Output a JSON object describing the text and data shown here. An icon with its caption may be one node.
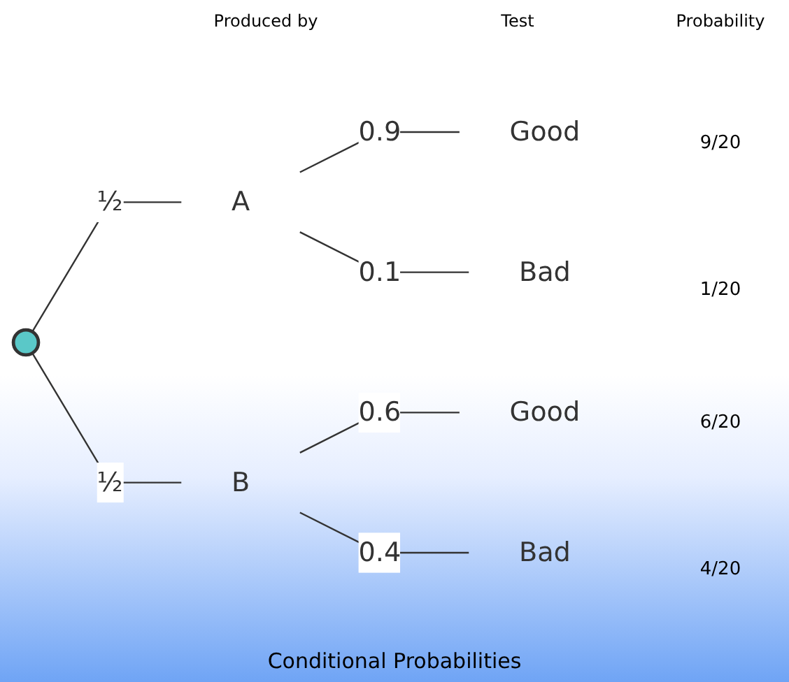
{
  "diagram": {
    "caption": "Conditional Probabilities",
    "nodes": [
      {
        "text": [],
        "shape": "circle"
      },
      {
        "text": [
          "A"
        ]
      },
      {
        "text": [
          "B"
        ]
      },
      {
        "text": [
          "Good"
        ]
      },
      {
        "text": [
          "Bad"
        ]
      },
      {
        "text": [
          "Good"
        ]
      },
      {
        "text": [
          "Bad"
        ]
      }
    ],
    "edges": [
      {
        "from": 0,
        "to": 1,
        "arrow": "none",
        "label": "½"
      },
      {
        "from": 0,
        "to": 2,
        "arrow": "none",
        "label": "½"
      },
      {
        "from": 1,
        "to": 3,
        "arrow": "none",
        "label": "0.9"
      },
      {
        "from": 1,
        "to": 4,
        "arrow": "none",
        "label": "0.1"
      },
      {
        "from": 2,
        "to": 5,
        "arrow": "none",
        "label": "0.6"
      },
      {
        "from": 2,
        "to": 6,
        "arrow": "none",
        "label": "0.4"
      }
    ],
    "labels": [
      "Produced by",
      "Test",
      "Probability",
      "9/20",
      "1/20",
      "6/20",
      "4/20"
    ]
  }
}
